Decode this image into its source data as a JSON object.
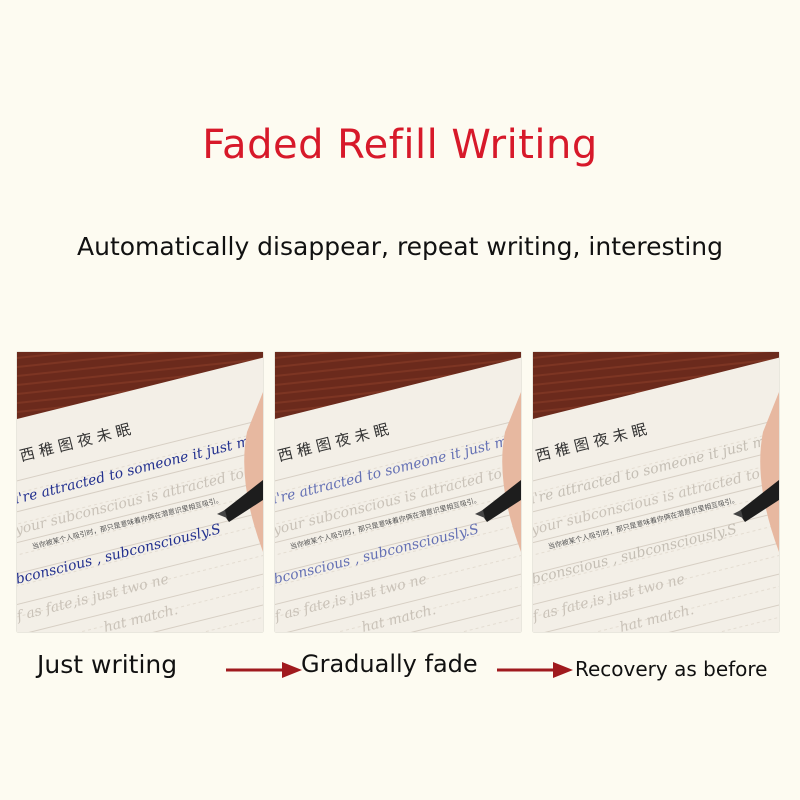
{
  "title": "Faded Refill Writing",
  "subtitle": "Automatically disappear, repeat writing, interesting",
  "panels": [
    {
      "state": "written",
      "heading": "西 稚 图 夜 未 眠",
      "lines": [
        "n you're attracted to someone it just means",
        "subconscious , subconsciously.S"
      ],
      "guide_lines": [
        "hat your subconscious is attracted to the",
        "of as fate,is just two ne",
        "hat match."
      ],
      "chinese_line": "当你被某个人吸引时，那只是意味着你俩在潜意识里相互吸引。",
      "ink_color": "#22308f"
    },
    {
      "state": "fading",
      "heading": "西 稚 图 夜 未 眠",
      "lines": [
        "n you're attracted to someone it just means",
        "subconscious , subconsciously.S"
      ],
      "guide_lines": [
        "hat your subconscious is attracted to the",
        "of as fate,is just two ne",
        "hat match."
      ],
      "chinese_line": "当你被某个人吸引时，那只是意味着你俩在潜意识里相互吸引。",
      "ink_color": "#6470b4"
    },
    {
      "state": "recovered",
      "heading": "西 稚 图 夜 未 眠",
      "lines": [
        "n you're attracted to someone it just means",
        "subconscious , subconsciously.S"
      ],
      "guide_lines": [
        "hat your subconscious is attracted to the",
        "of as fate,is just two ne",
        "hat match."
      ],
      "chinese_line": "当你被某个人吸引时，那只是意味着你俩在潜意识里相互吸引。",
      "ink_color": "#c4beb4"
    }
  ],
  "captions": {
    "just_writing": "Just writing",
    "gradually_fade": "Gradually fade",
    "recovery": "Recovery as before"
  },
  "colors": {
    "title": "#d7192a",
    "arrow": "#a01a1e",
    "background": "#fdfbf1"
  },
  "icons": [
    "arrow-right-icon",
    "arrow-right-icon"
  ]
}
